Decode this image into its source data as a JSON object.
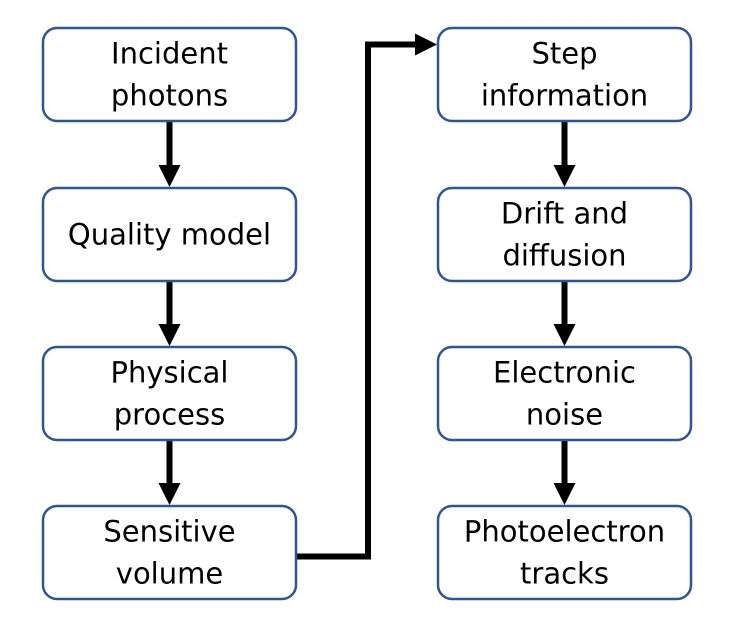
{
  "nodes": [
    {
      "id": "incident-photons",
      "lines": [
        "Incident",
        "photons"
      ]
    },
    {
      "id": "quality-model",
      "lines": [
        "Quality model"
      ]
    },
    {
      "id": "physical-process",
      "lines": [
        "Physical",
        "process"
      ]
    },
    {
      "id": "sensitive-volume",
      "lines": [
        "Sensitive",
        "volume"
      ]
    },
    {
      "id": "step-information",
      "lines": [
        "Step",
        "information"
      ]
    },
    {
      "id": "drift-and-diffusion",
      "lines": [
        "Drift and",
        "diffusion"
      ]
    },
    {
      "id": "electronic-noise",
      "lines": [
        "Electronic",
        "noise"
      ]
    },
    {
      "id": "photoelectron-tracks",
      "lines": [
        "Photoelectron",
        "tracks"
      ]
    }
  ],
  "edges": [
    [
      "incident-photons",
      "quality-model"
    ],
    [
      "quality-model",
      "physical-process"
    ],
    [
      "physical-process",
      "sensitive-volume"
    ],
    [
      "sensitive-volume",
      "step-information"
    ],
    [
      "step-information",
      "drift-and-diffusion"
    ],
    [
      "drift-and-diffusion",
      "electronic-noise"
    ],
    [
      "electronic-noise",
      "photoelectron-tracks"
    ]
  ],
  "colors": {
    "box_border": "#2f5597",
    "box_fill": "#ffffff",
    "arrow": "#000000",
    "text": "#000000"
  }
}
